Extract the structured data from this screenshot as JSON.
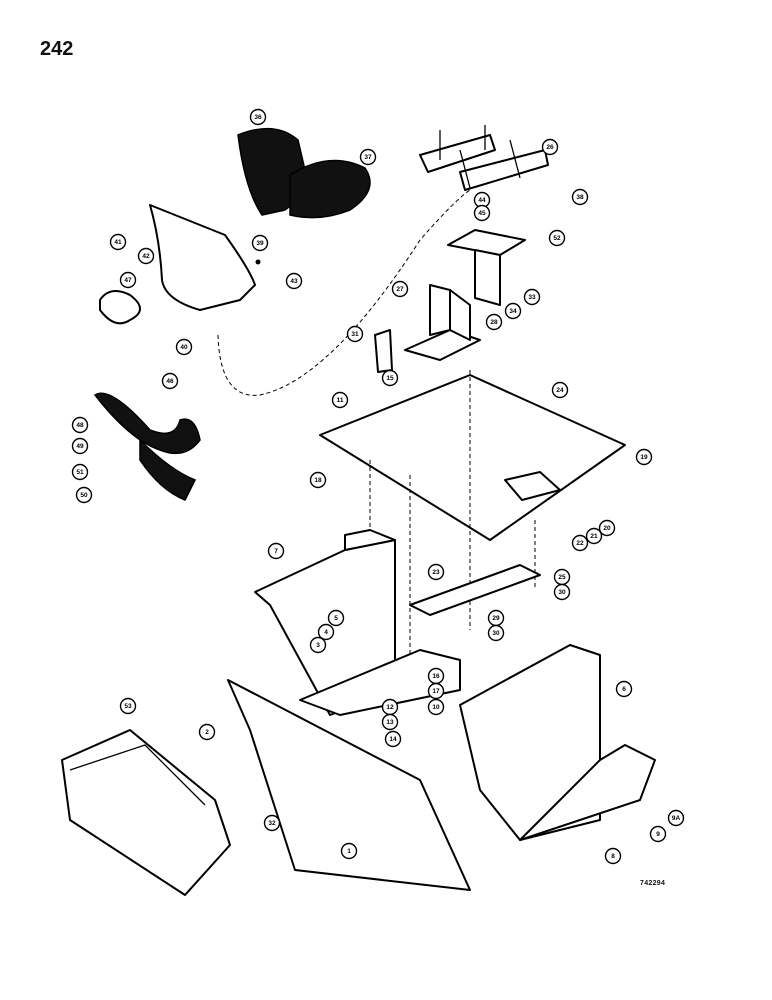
{
  "page": {
    "number": "242",
    "drawing_code": "742294"
  },
  "callouts": [
    {
      "id": "c36",
      "label": "36"
    },
    {
      "id": "c37",
      "label": "37"
    },
    {
      "id": "c26",
      "label": "26"
    },
    {
      "id": "c38",
      "label": "38"
    },
    {
      "id": "c44",
      "label": "44"
    },
    {
      "id": "c45",
      "label": "45"
    },
    {
      "id": "c52",
      "label": "52"
    },
    {
      "id": "c33",
      "label": "33"
    },
    {
      "id": "c34",
      "label": "34"
    },
    {
      "id": "c41",
      "label": "41"
    },
    {
      "id": "c42",
      "label": "42"
    },
    {
      "id": "c39",
      "label": "39"
    },
    {
      "id": "c47",
      "label": "47"
    },
    {
      "id": "c43",
      "label": "43"
    },
    {
      "id": "c40",
      "label": "40"
    },
    {
      "id": "c27",
      "label": "27"
    },
    {
      "id": "c28",
      "label": "28"
    },
    {
      "id": "c31",
      "label": "31"
    },
    {
      "id": "c15",
      "label": "15"
    },
    {
      "id": "c24",
      "label": "24"
    },
    {
      "id": "c11",
      "label": "11"
    },
    {
      "id": "c46",
      "label": "46"
    },
    {
      "id": "c48",
      "label": "48"
    },
    {
      "id": "c49",
      "label": "49"
    },
    {
      "id": "c51",
      "label": "51"
    },
    {
      "id": "c50",
      "label": "50"
    },
    {
      "id": "c18",
      "label": "18"
    },
    {
      "id": "c19",
      "label": "19"
    },
    {
      "id": "c20",
      "label": "20"
    },
    {
      "id": "c21",
      "label": "21"
    },
    {
      "id": "c22",
      "label": "22"
    },
    {
      "id": "c7",
      "label": "7"
    },
    {
      "id": "c23",
      "label": "23"
    },
    {
      "id": "c25",
      "label": "25"
    },
    {
      "id": "c30a",
      "label": "30"
    },
    {
      "id": "c29",
      "label": "29"
    },
    {
      "id": "c30b",
      "label": "30"
    },
    {
      "id": "c5",
      "label": "5"
    },
    {
      "id": "c4",
      "label": "4"
    },
    {
      "id": "c3",
      "label": "3"
    },
    {
      "id": "c16",
      "label": "16"
    },
    {
      "id": "c17",
      "label": "17"
    },
    {
      "id": "c12",
      "label": "12"
    },
    {
      "id": "c13",
      "label": "13"
    },
    {
      "id": "c10",
      "label": "10"
    },
    {
      "id": "c14",
      "label": "14"
    },
    {
      "id": "c6",
      "label": "6"
    },
    {
      "id": "c2",
      "label": "2"
    },
    {
      "id": "c53",
      "label": "53"
    },
    {
      "id": "c32",
      "label": "32"
    },
    {
      "id": "c1",
      "label": "1"
    },
    {
      "id": "c9",
      "label": "9"
    },
    {
      "id": "c9a",
      "label": "9A"
    },
    {
      "id": "c8",
      "label": "8"
    }
  ]
}
